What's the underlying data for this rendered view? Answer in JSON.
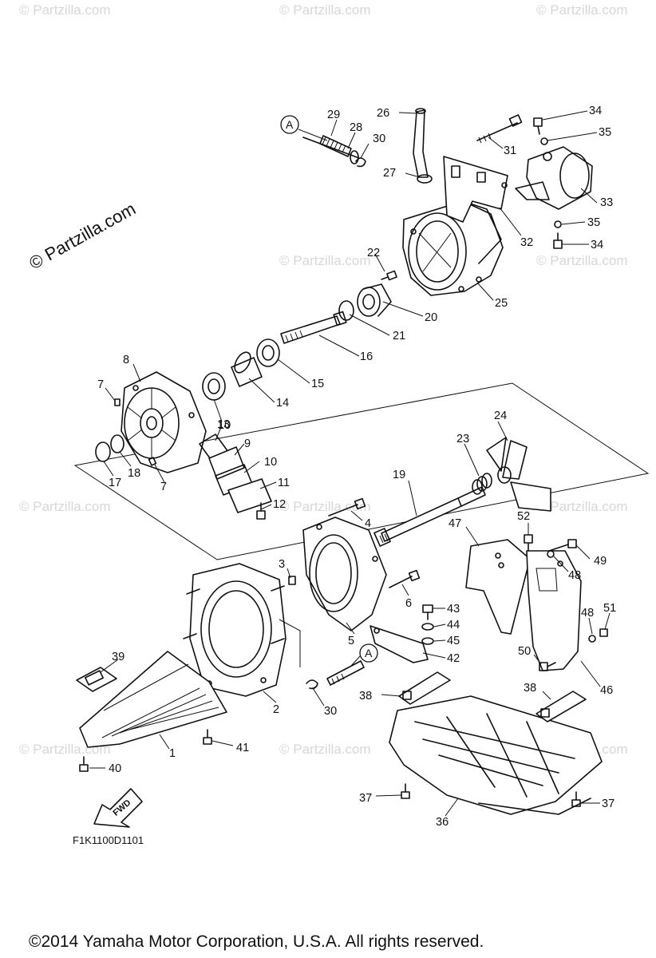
{
  "brand_watermark": "© Partzilla.com",
  "faint_watermark": "© Partzilla.com",
  "figure_code": "F1K1100D1101",
  "copyright": "©2014  Yamaha Motor Corporation, U.S.A. All rights reserved.",
  "fwd_label": "FWD",
  "reference_mark": "A",
  "callouts": {
    "p1": "1",
    "p2": "2",
    "p3": "3",
    "p4": "4",
    "p5": "5",
    "p6": "6",
    "p7a": "7",
    "p7b": "7",
    "p8": "8",
    "p9": "9",
    "p10a": "10",
    "p10b": "10",
    "p11": "11",
    "p12": "12",
    "p13": "13",
    "p14": "14",
    "p15": "15",
    "p16": "16",
    "p17": "17",
    "p18": "18",
    "p19": "19",
    "p20": "20",
    "p21": "21",
    "p22": "22",
    "p23": "23",
    "p24": "24",
    "p25": "25",
    "p26": "26",
    "p27": "27",
    "p28": "28",
    "p29": "29",
    "p30a": "30",
    "p30b": "30",
    "p31": "31",
    "p32": "32",
    "p33": "33",
    "p34a": "34",
    "p34b": "34",
    "p35a": "35",
    "p35b": "35",
    "p36": "36",
    "p37a": "37",
    "p37b": "37",
    "p38a": "38",
    "p38b": "38",
    "p39": "39",
    "p40": "40",
    "p41": "41",
    "p42": "42",
    "p43": "43",
    "p44": "44",
    "p45": "45",
    "p46": "46",
    "p47": "47",
    "p48a": "48",
    "p48b": "48",
    "p49": "49",
    "p50": "50",
    "p51": "51",
    "p52": "52"
  }
}
